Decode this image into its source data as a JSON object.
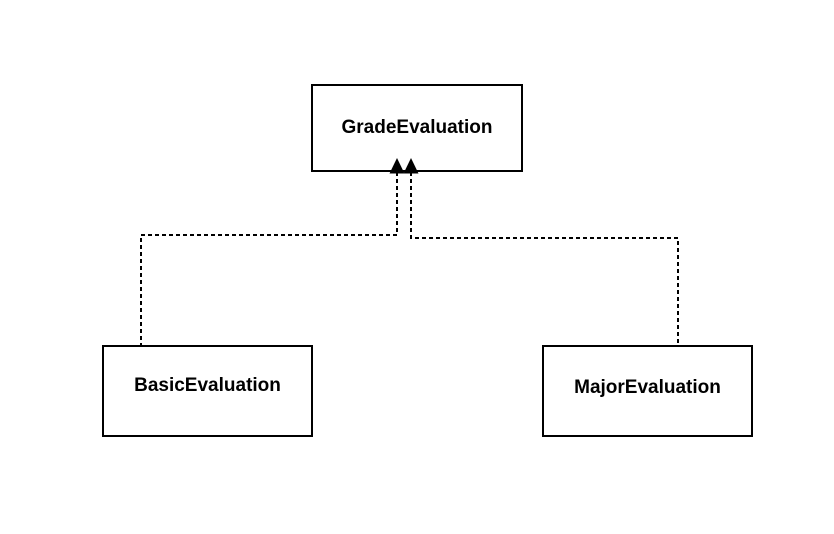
{
  "diagram": {
    "kind": "uml-class-inheritance-diagram",
    "background_color": "#ffffff",
    "stroke_color": "#000000",
    "text_color": "#000000",
    "node_fill_color": "#ffffff",
    "nodes": {
      "grade": {
        "label": "GradeEvaluation"
      },
      "basic": {
        "label": "BasicEvaluation"
      },
      "major": {
        "label": "MajorEvaluation"
      }
    },
    "edges": [
      {
        "from": "BasicEvaluation",
        "to": "GradeEvaluation",
        "line_style": "dashed",
        "arrowhead": "filled-triangle",
        "arrow_points_to": "GradeEvaluation"
      },
      {
        "from": "MajorEvaluation",
        "to": "GradeEvaluation",
        "line_style": "dashed",
        "arrowhead": "filled-triangle",
        "arrow_points_to": "GradeEvaluation"
      }
    ]
  }
}
